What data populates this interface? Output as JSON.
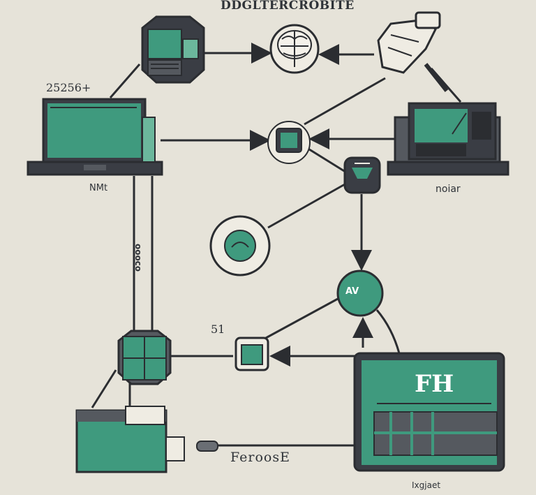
{
  "labels": {
    "title": "DDGLTERCROBITE",
    "top_left": "25256+",
    "left_monitor": "NMt",
    "right_monitor": "noiar",
    "vertical_line": "oooco",
    "middle_left": "51",
    "bottom_center": "FeroosE",
    "bottom_right": "Ixgjaet",
    "screen_glyph": "FH",
    "green_node": "AV"
  },
  "colors": {
    "background": "#e6e3d9",
    "teal": "#3f9a7e",
    "dark": "#3a3d44",
    "outline": "#2b2d31",
    "light_teal": "#6bb79c"
  }
}
